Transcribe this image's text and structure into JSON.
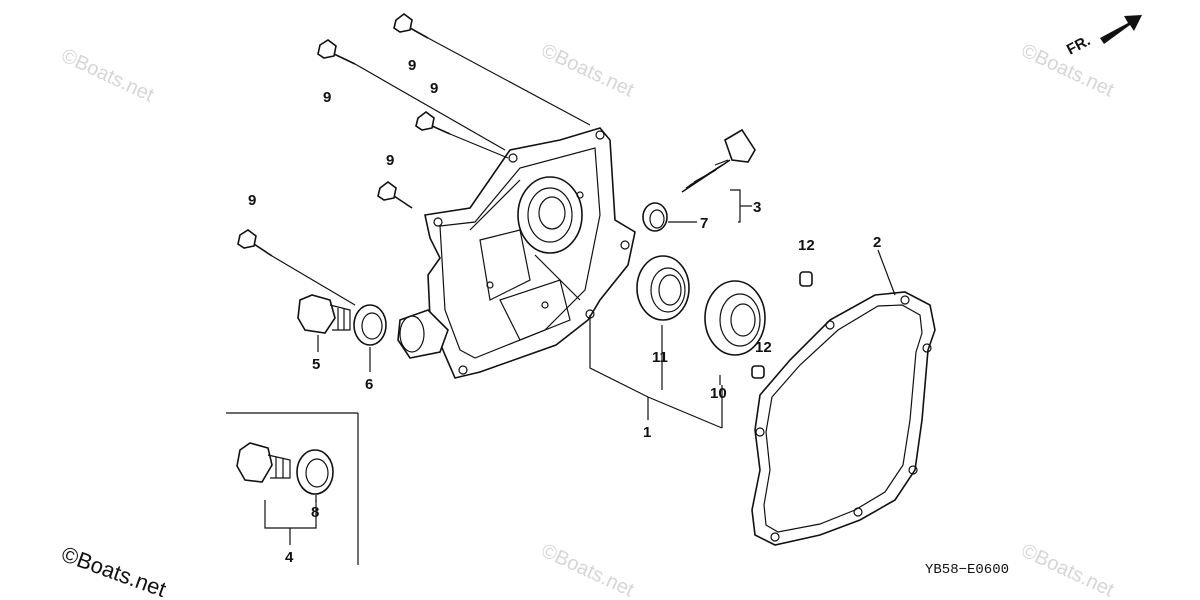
{
  "diagram": {
    "code": "YB58−E0600",
    "direction_label": "FR.",
    "watermarks": [
      "©Boats.net",
      "©Boats.net",
      "©Boats.net",
      "©Boats.net",
      "©Boats.net"
    ],
    "corner_watermark": "©Boats.net",
    "callouts": {
      "c1": "1",
      "c2": "2",
      "c3": "3",
      "c4": "4",
      "c5": "5",
      "c6": "6",
      "c7": "7",
      "c8": "8",
      "c9a": "9",
      "c9b": "9",
      "c9c": "9",
      "c9d": "9",
      "c9e": "9",
      "c10": "10",
      "c11": "11",
      "c12a": "12",
      "c12b": "12"
    }
  }
}
